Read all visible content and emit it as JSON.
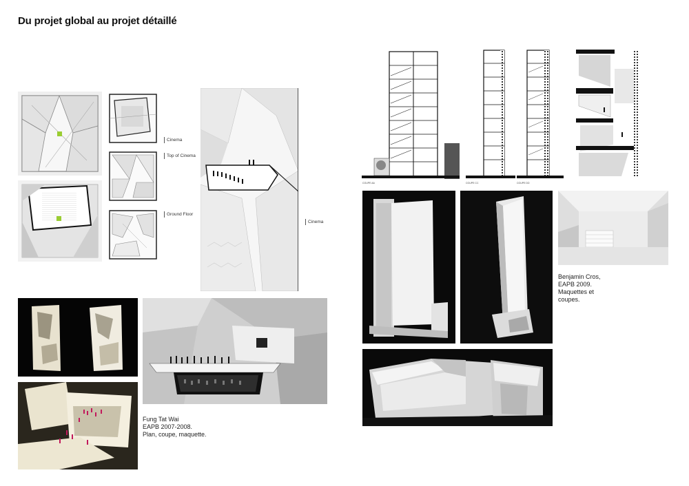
{
  "title": "Du projet global au projet détaillé",
  "plan_labels": {
    "cinema": "Cinema",
    "top_of_cinema": "Top of Cinema",
    "ground_floor": "Ground Floor",
    "section_cinema": "Cinema"
  },
  "coupe_labels": {
    "aa": "COUPE AA",
    "cc": "COUPE CC",
    "dd": "COUPE DD"
  },
  "caption_left": {
    "line1": "Fung Tat Wai",
    "line2": "EAPB 2007-2008.",
    "line3": "Plan, coupe, maquette."
  },
  "caption_right": {
    "line1": "Benjamin Cros,",
    "line2": "EAPB 2009.",
    "line3": "Maquettes et",
    "line4": "coupes."
  }
}
